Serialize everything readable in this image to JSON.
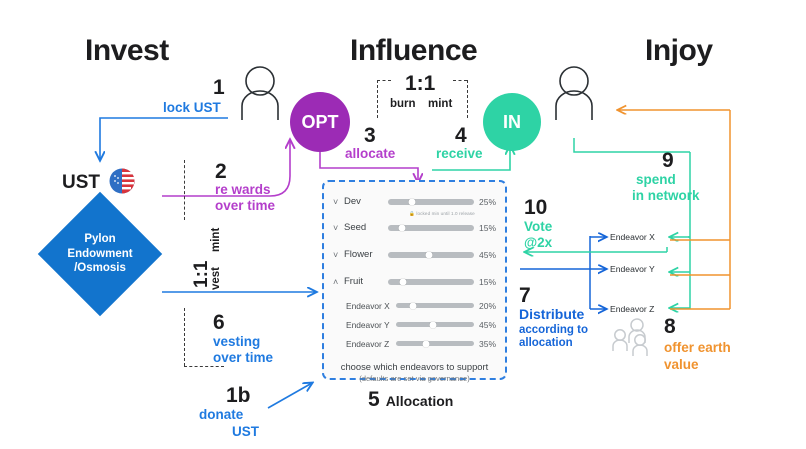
{
  "headings": {
    "invest": "Invest",
    "influence": "Influence",
    "injoy": "Injoy"
  },
  "tokens": {
    "opt": "OPT",
    "in": "IN"
  },
  "ust": {
    "label": "UST",
    "flag_icon": "us-flag-icon"
  },
  "endowment": {
    "line1": "Pylon",
    "line2": "Endowment",
    "line3": "/Osmosis"
  },
  "ratios": {
    "burn_mint": {
      "value": "1:1",
      "left": "burn",
      "right": "mint"
    },
    "vest_mint": {
      "value": "1:1",
      "left": "vest",
      "right": "mint"
    }
  },
  "steps": {
    "s1": {
      "num": "1",
      "label": "lock UST",
      "color": "blue"
    },
    "s1b": {
      "num": "1b",
      "label": "donate\nUST",
      "color": "blue"
    },
    "s2": {
      "num": "2",
      "label": "re wards\nover time",
      "color": "purple"
    },
    "s3": {
      "num": "3",
      "label": "allocate",
      "color": "purple"
    },
    "s4": {
      "num": "4",
      "label": "receive",
      "color": "teal"
    },
    "s5": {
      "num": "5",
      "label": "Allocation"
    },
    "s6": {
      "num": "6",
      "label": "vesting\nover time",
      "color": "blue"
    },
    "s7": {
      "num": "7",
      "label": "Distribute",
      "sub": "according to\nallocation",
      "color": "dblue"
    },
    "s8": {
      "num": "8",
      "label": "offer earth\nvalue",
      "color": "orange"
    },
    "s9": {
      "num": "9",
      "label": "spend\nin network",
      "color": "teal"
    },
    "s10": {
      "num": "10",
      "label": "Vote\n@2x",
      "color": "teal"
    }
  },
  "step_text": {
    "s1_num": "1",
    "s1_label": "lock UST",
    "s1b_num": "1b",
    "s1b_label_1": "donate",
    "s1b_label_2": "UST",
    "s2_num": "2",
    "s2_label_1": "re wards",
    "s2_label_2": "over time",
    "s3_num": "3",
    "s3_label": "allocate",
    "s4_num": "4",
    "s4_label": "receive",
    "s5_num": "5",
    "s5_label": "Allocation",
    "s6_num": "6",
    "s6_label_1": "vesting",
    "s6_label_2": "over time",
    "s7_num": "7",
    "s7_label": "Distribute",
    "s7_sub_1": "according to",
    "s7_sub_2": "allocation",
    "s8_num": "8",
    "s8_label_1": "offer earth",
    "s8_label_2": "value",
    "s9_num": "9",
    "s9_label_1": "spend",
    "s9_label_2": "in network",
    "s10_num": "10",
    "s10_label_1": "Vote",
    "s10_label_2": "@2x"
  },
  "allocation_panel": {
    "rows": [
      {
        "chevron": "˅",
        "name": "Dev",
        "pct": "25%",
        "value": 25,
        "knob": 28,
        "note": "🔒 locked min until 1.0 release",
        "expanded": false
      },
      {
        "chevron": "˅",
        "name": "Seed",
        "pct": "15%",
        "value": 15,
        "knob": 16,
        "note": "",
        "expanded": false
      },
      {
        "chevron": "˅",
        "name": "Flower",
        "pct": "45%",
        "value": 45,
        "knob": 48,
        "note": "",
        "expanded": false
      },
      {
        "chevron": "˄",
        "name": "Fruit",
        "pct": "15%",
        "value": 15,
        "knob": 17,
        "note": "",
        "expanded": true
      }
    ],
    "sub_rows": [
      {
        "name": "Endeavor X",
        "pct": "20%",
        "value": 20,
        "knob": 22
      },
      {
        "name": "Endeavor Y",
        "pct": "45%",
        "value": 45,
        "knob": 48
      },
      {
        "name": "Endeavor Z",
        "pct": "35%",
        "value": 35,
        "knob": 38
      }
    ],
    "footer_main": "choose which endeavors to support",
    "footer_sub": "(defaults are set via governance)"
  },
  "endeavors": [
    {
      "label": "Endeavor X"
    },
    {
      "label": "Endeavor Y"
    },
    {
      "label": "Endeavor Z"
    }
  ],
  "colors": {
    "blue": "#1f7ae0",
    "dark_blue": "#1565d8",
    "purple": "#b43ecb",
    "token_purple": "#9c2bb5",
    "teal": "#2ed3a5",
    "orange": "#f0932f",
    "diamond_blue": "#1274cd",
    "panel_border": "#2f7fe0",
    "ink": "#1d1d1f"
  }
}
